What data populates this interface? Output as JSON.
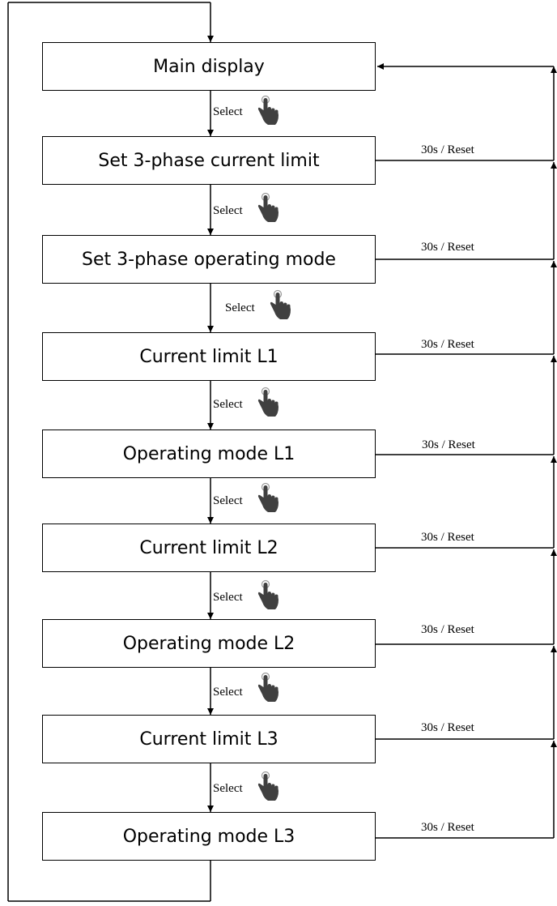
{
  "states": [
    "Main display",
    "Set 3-phase current limit",
    "Set 3-phase operating mode",
    "Current limit L1",
    "Operating mode L1",
    "Current limit L2",
    "Operating mode L2",
    "Current limit L3",
    "Operating mode L3"
  ],
  "transitions": {
    "select_label": "Select",
    "select_icon": "pointing-hand-icon",
    "timeout_label": "30s / Reset"
  },
  "colors": {
    "line": "#000000",
    "icon": "#404040"
  }
}
